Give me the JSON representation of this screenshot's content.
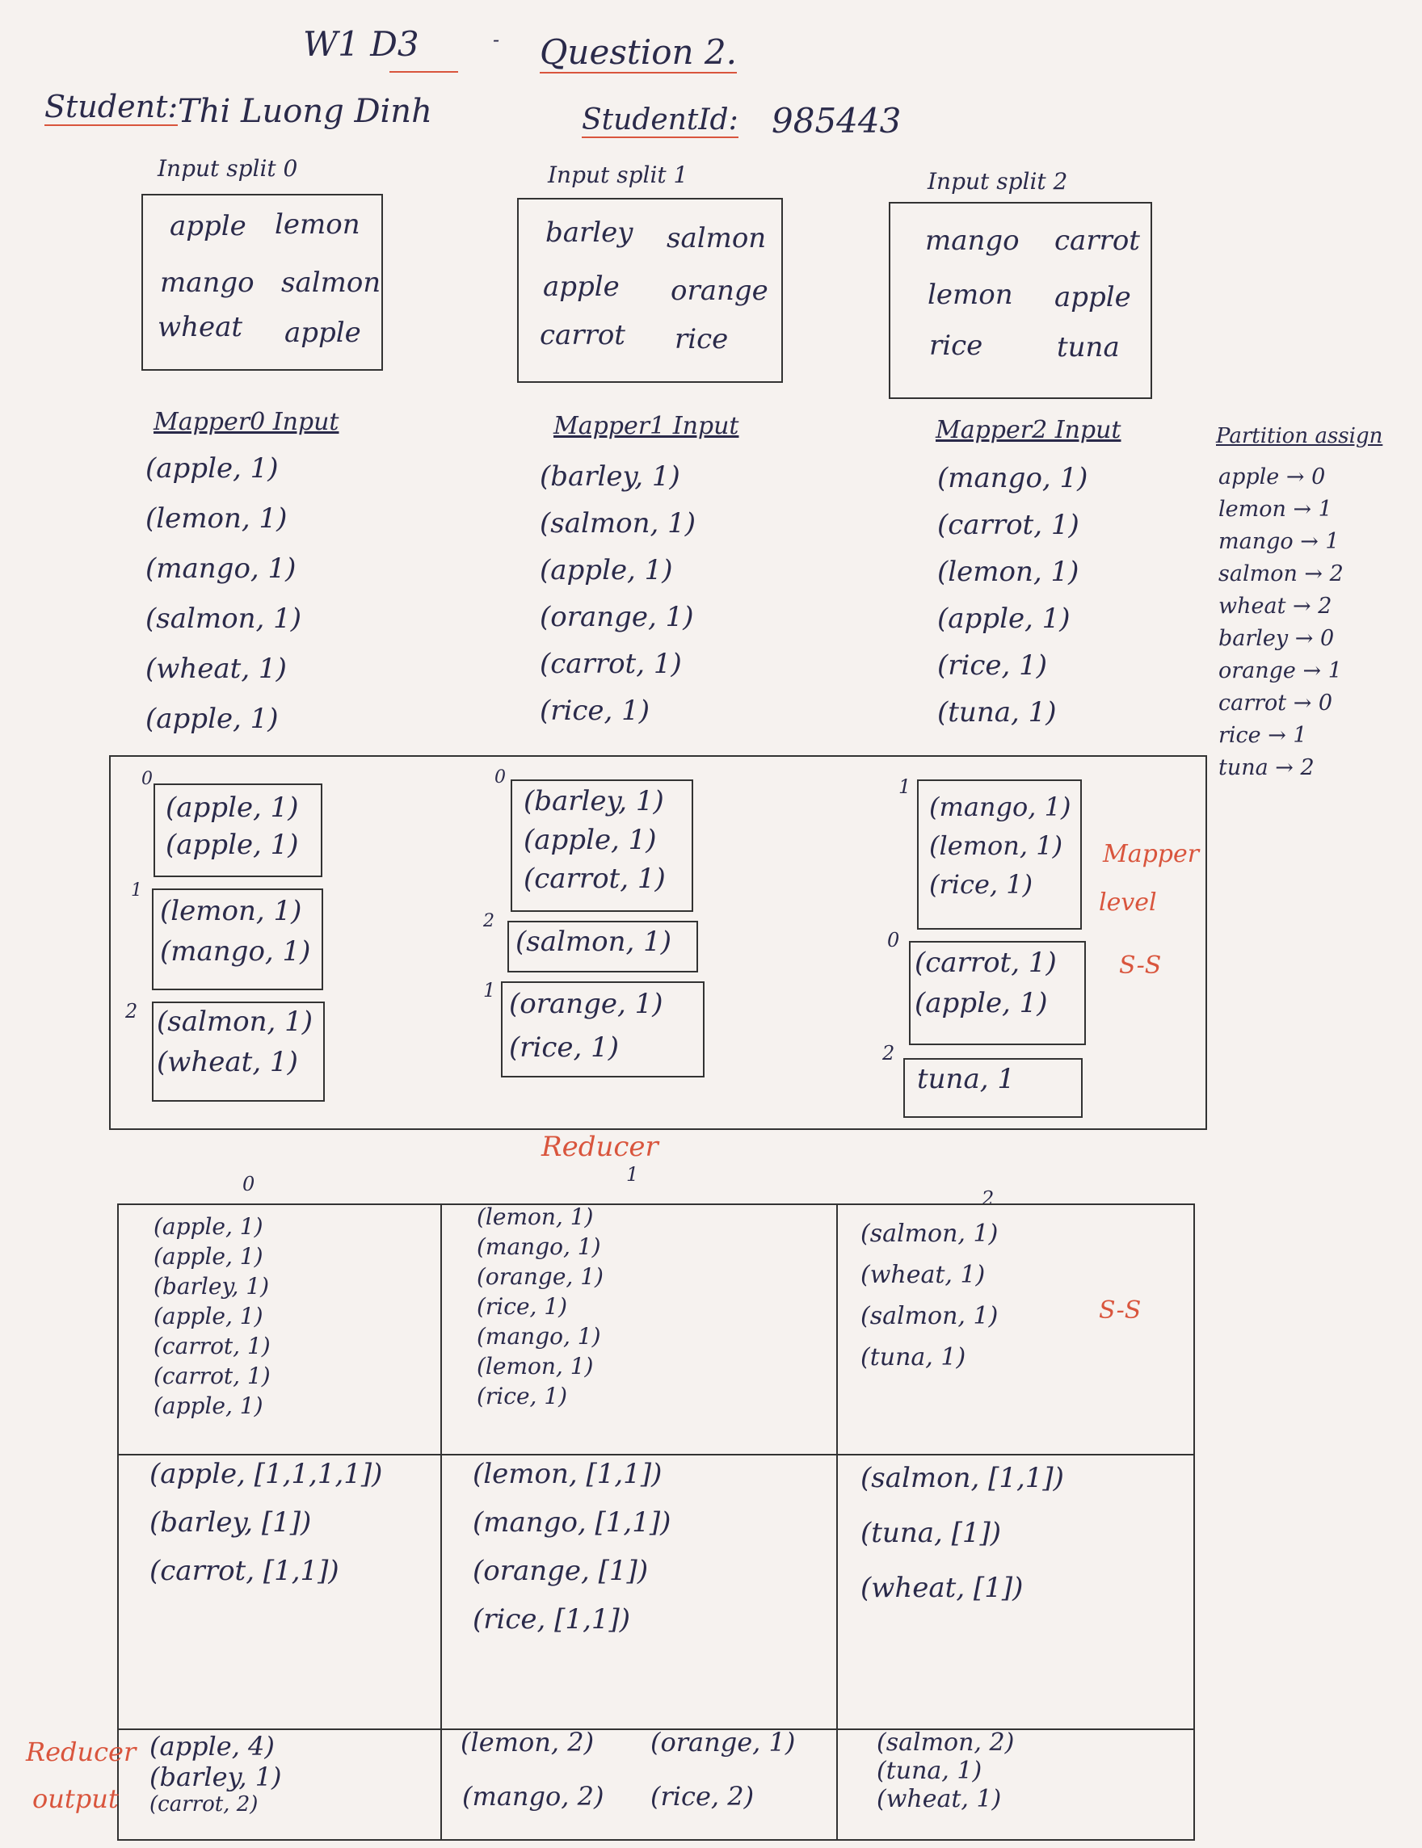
{
  "title": {
    "left": "W1 D3",
    "right": "Question 2."
  },
  "student": {
    "label": "Student:",
    "name": "Thi Luong Dinh",
    "id_label": "StudentId:",
    "id_value": "985443"
  },
  "splits": [
    {
      "label": "Input split 0",
      "words": [
        "apple",
        "lemon",
        "mango",
        "salmon",
        "wheat",
        "apple"
      ]
    },
    {
      "label": "Input split 1",
      "words": [
        "barley",
        "salmon",
        "apple",
        "orange",
        "carrot",
        "rice"
      ]
    },
    {
      "label": "Input split 2",
      "words": [
        "mango",
        "carrot",
        "lemon",
        "apple",
        "rice",
        "tuna"
      ]
    }
  ],
  "mapper_inputs": [
    {
      "label": "Mapper0 Input",
      "pairs": [
        "(apple, 1)",
        "(lemon, 1)",
        "(mango, 1)",
        "(salmon, 1)",
        "(wheat, 1)",
        "(apple, 1)"
      ]
    },
    {
      "label": "Mapper1 Input",
      "pairs": [
        "(barley, 1)",
        "(salmon, 1)",
        "(apple, 1)",
        "(orange, 1)",
        "(carrot, 1)",
        "(rice, 1)"
      ]
    },
    {
      "label": "Mapper2 Input",
      "pairs": [
        "(mango, 1)",
        "(carrot, 1)",
        "(lemon, 1)",
        "(apple, 1)",
        "(rice, 1)",
        "(tuna, 1)"
      ]
    }
  ],
  "partition": {
    "label": "Partition assign",
    "items": [
      "apple → 0",
      "lemon → 1",
      "mango → 1",
      "salmon → 2",
      "wheat → 2",
      "barley → 0",
      "orange → 1",
      "carrot → 0",
      "rice → 1",
      "tuna → 2"
    ]
  },
  "mapper_level": {
    "note_1": "Mapper",
    "note_2": "level",
    "note_3": "S-S",
    "m0": [
      {
        "num": "0",
        "pairs": [
          "(apple, 1)",
          "(apple, 1)"
        ]
      },
      {
        "num": "1",
        "pairs": [
          "(lemon, 1)",
          "(mango, 1)"
        ]
      },
      {
        "num": "2",
        "pairs": [
          "(salmon, 1)",
          "(wheat, 1)"
        ]
      }
    ],
    "m1": [
      {
        "num": "0",
        "pairs": [
          "(barley, 1)",
          "(apple, 1)",
          "(carrot, 1)"
        ]
      },
      {
        "num": "2",
        "pairs": [
          "(salmon, 1)"
        ]
      },
      {
        "num": "1",
        "pairs": [
          "(orange, 1)",
          "(rice, 1)"
        ]
      }
    ],
    "m2": [
      {
        "num": "1",
        "pairs": [
          "(mango, 1)",
          "(lemon, 1)",
          "(rice, 1)"
        ]
      },
      {
        "num": "0",
        "pairs": [
          "(carrot, 1)",
          "(apple, 1)"
        ]
      },
      {
        "num": "2",
        "pairs": [
          "tuna, 1"
        ]
      }
    ]
  },
  "reducer": {
    "label": "Reducer",
    "nums": [
      "0",
      "1",
      "2"
    ],
    "ss": "S-S",
    "shuffle": [
      [
        "(apple, 1)",
        "(apple, 1)",
        "(barley, 1)",
        "(apple, 1)",
        "(carrot, 1)",
        "(carrot, 1)",
        "(apple, 1)"
      ],
      [
        "(lemon, 1)",
        "(mango, 1)",
        "(orange, 1)",
        "(rice, 1)",
        "(mango, 1)",
        "(lemon, 1)",
        "(rice, 1)"
      ],
      [
        "(salmon, 1)",
        "(wheat, 1)",
        "(salmon, 1)",
        "(tuna, 1)"
      ]
    ],
    "grouped": [
      [
        "(apple, [1,1,1,1])",
        "(barley, [1])",
        "(carrot, [1,1])"
      ],
      [
        "(lemon, [1,1])",
        "(mango, [1,1])",
        "(orange, [1])",
        "(rice, [1,1])"
      ],
      [
        "(salmon, [1,1])",
        "(tuna, [1])",
        "(wheat, [1])"
      ]
    ],
    "output_label_1": "Reducer",
    "output_label_2": "output",
    "output": [
      [
        "(apple, 4)",
        "(barley, 1)",
        "(carrot, 2)"
      ],
      [
        "(lemon, 2)",
        "(orange, 1)",
        "(mango, 2)",
        "(rice, 2)"
      ],
      [
        "(salmon, 2)",
        "(tuna, 1)",
        "(wheat, 1)"
      ]
    ]
  }
}
